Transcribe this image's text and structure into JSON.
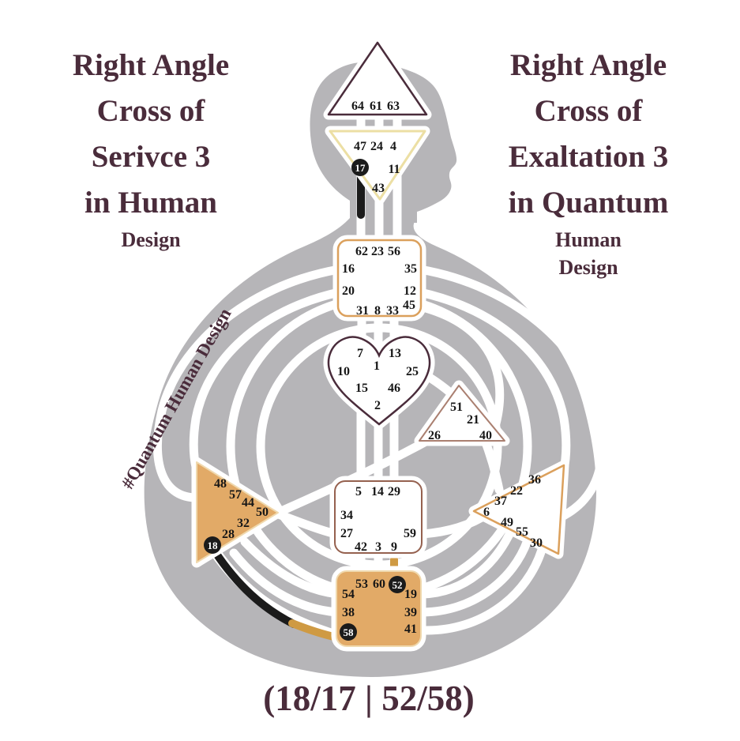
{
  "left_title": {
    "lines": [
      "Right Angle",
      "Cross of",
      "Serivce 3",
      "in Human"
    ],
    "subline": "Design"
  },
  "right_title": {
    "lines": [
      "Right Angle",
      "Cross of",
      "Exaltation 3",
      "in Quantum"
    ],
    "sublines": [
      "Human",
      "Design"
    ]
  },
  "hashtag_label": "#Quantum Human Design",
  "bottom_label": "(18/17 | 52/58)",
  "defined_gates": [
    "18",
    "17",
    "52",
    "58"
  ],
  "colors": {
    "maroon": "#4a2c3b",
    "body_gray": "#b6b5b8",
    "center_tan": "#e2aa67",
    "channel_gold": "#cf9a43",
    "channel_black": "#1b1b1b",
    "ajna_stroke": "#ecdfa4",
    "orange_stroke": "#dba05c",
    "sacral_stroke": "#95614f",
    "will_stroke": "#aa7f70",
    "gate_text": "#161616"
  },
  "gates": {
    "g64": "64",
    "g61": "61",
    "g63": "63",
    "g47": "47",
    "g24": "24",
    "g4": "4",
    "g17": "17",
    "g11": "11",
    "g43": "43",
    "g62": "62",
    "g23": "23",
    "g56": "56",
    "g16": "16",
    "g35": "35",
    "g20": "20",
    "g12": "12",
    "g45": "45",
    "g31": "31",
    "g8": "8",
    "g33": "33",
    "g7": "7",
    "g13": "13",
    "g1": "1",
    "g10": "10",
    "g25": "25",
    "g15": "15",
    "g46": "46",
    "g2": "2",
    "g51": "51",
    "g21": "21",
    "g26": "26",
    "g40": "40",
    "g48": "48",
    "g57": "57",
    "g44": "44",
    "g50": "50",
    "g32": "32",
    "g28": "28",
    "g18": "18",
    "g36": "36",
    "g22": "22",
    "g37": "37",
    "g6": "6",
    "g49": "49",
    "g55": "55",
    "g30": "30",
    "g5": "5",
    "g14": "14",
    "g29": "29",
    "g34": "34",
    "g27": "27",
    "g59": "59",
    "g42": "42",
    "g3": "3",
    "g9": "9",
    "g53": "53",
    "g60": "60",
    "g52": "52",
    "g54": "54",
    "g19": "19",
    "g38": "38",
    "g39": "39",
    "g58": "58",
    "g41": "41"
  }
}
